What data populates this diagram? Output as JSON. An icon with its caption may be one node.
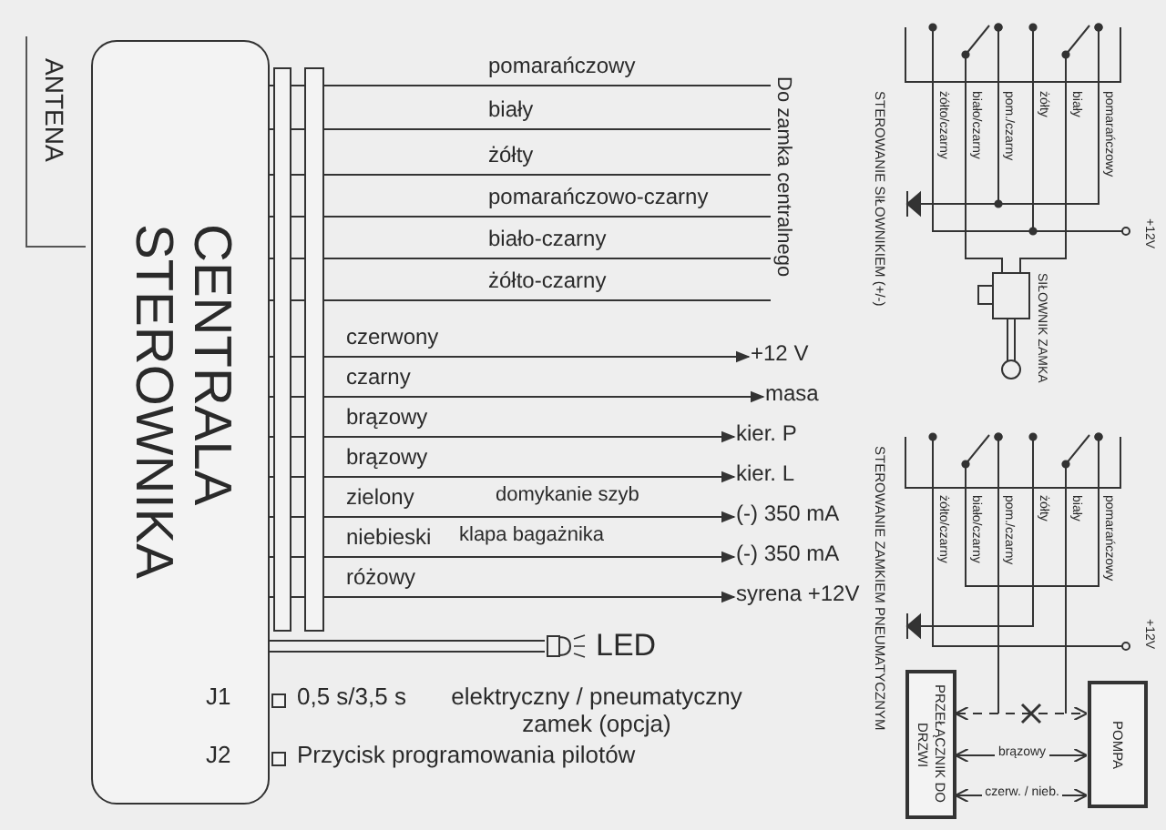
{
  "diagram": {
    "nodes": [
      {
        "text": [
          "CENTRALA STEROWNIKA"
        ]
      },
      {
        "text": [
          "ANTENA"
        ]
      },
      {
        "text": [
          "Do zamka centralnego"
        ]
      },
      {
        "text": [
          "+12 V"
        ]
      },
      {
        "text": [
          "masa"
        ]
      },
      {
        "text": [
          "kier. P"
        ]
      },
      {
        "text": [
          "kier. L"
        ]
      },
      {
        "text": [
          "(-) 350 mA"
        ]
      },
      {
        "text": [
          "(-) 350 mA"
        ]
      },
      {
        "text": [
          "syrena +12V"
        ]
      },
      {
        "text": [
          "LED"
        ]
      },
      {
        "text": [
          "PRZEŁĄCZNIK DO DRZWI"
        ]
      },
      {
        "text": [
          "POMPA"
        ]
      }
    ],
    "edges": [
      {
        "from": 0,
        "to": 2,
        "arrow": "none",
        "label": "pomarańczowy"
      },
      {
        "from": 0,
        "to": 2,
        "arrow": "none",
        "label": "biały"
      },
      {
        "from": 0,
        "to": 2,
        "arrow": "none",
        "label": "żółty"
      },
      {
        "from": 0,
        "to": 2,
        "arrow": "none",
        "label": "pomarańczowo-czarny"
      },
      {
        "from": 0,
        "to": 2,
        "arrow": "none",
        "label": "biało-czarny"
      },
      {
        "from": 0,
        "to": 2,
        "arrow": "none",
        "label": "żółto-czarny"
      },
      {
        "from": 0,
        "to": 3,
        "arrow": "to",
        "label": "czerwony"
      },
      {
        "from": 0,
        "to": 4,
        "arrow": "to",
        "label": "czarny"
      },
      {
        "from": 0,
        "to": 5,
        "arrow": "to",
        "label": "brązowy"
      },
      {
        "from": 0,
        "to": 6,
        "arrow": "to",
        "label": "brązowy"
      },
      {
        "from": 0,
        "to": 7,
        "arrow": "to",
        "label": "zielony"
      },
      {
        "from": 0,
        "to": 8,
        "arrow": "to",
        "label": "niebieski"
      },
      {
        "from": 0,
        "to": 9,
        "arrow": "to",
        "label": "różowy"
      },
      {
        "from": 0,
        "to": 10,
        "arrow": "none"
      },
      {
        "from": 11,
        "to": 12,
        "arrow": "both",
        "style": "dashed"
      },
      {
        "from": 11,
        "to": 12,
        "arrow": "both",
        "label": "brązowy"
      },
      {
        "from": 11,
        "to": 12,
        "arrow": "both",
        "label": "czerw. / nieb."
      }
    ],
    "labels": [
      "J1",
      "0,5 s/3,5 s",
      "elektryczny / pneumatyczny zamek (opcja)",
      "J2",
      "Przycisk programowania pilotów",
      "domykanie szyb",
      "klapa bagażnika",
      "STEROWANIE SIŁOWNIKIEM (+/-)",
      "żółto/czarny",
      "biało/czarny",
      "pom./czarny",
      "żółty",
      "biały",
      "pomarańczowy",
      "+12V",
      "SIŁOWNIK ZAMKA",
      "STEROWANIE ZAMKIEM PNEUMATYCZNYM",
      "żółto/czarny",
      "biało/czarny",
      "pom./czarny",
      "żółty",
      "biały",
      "pomarańczowy",
      "+12V"
    ]
  }
}
